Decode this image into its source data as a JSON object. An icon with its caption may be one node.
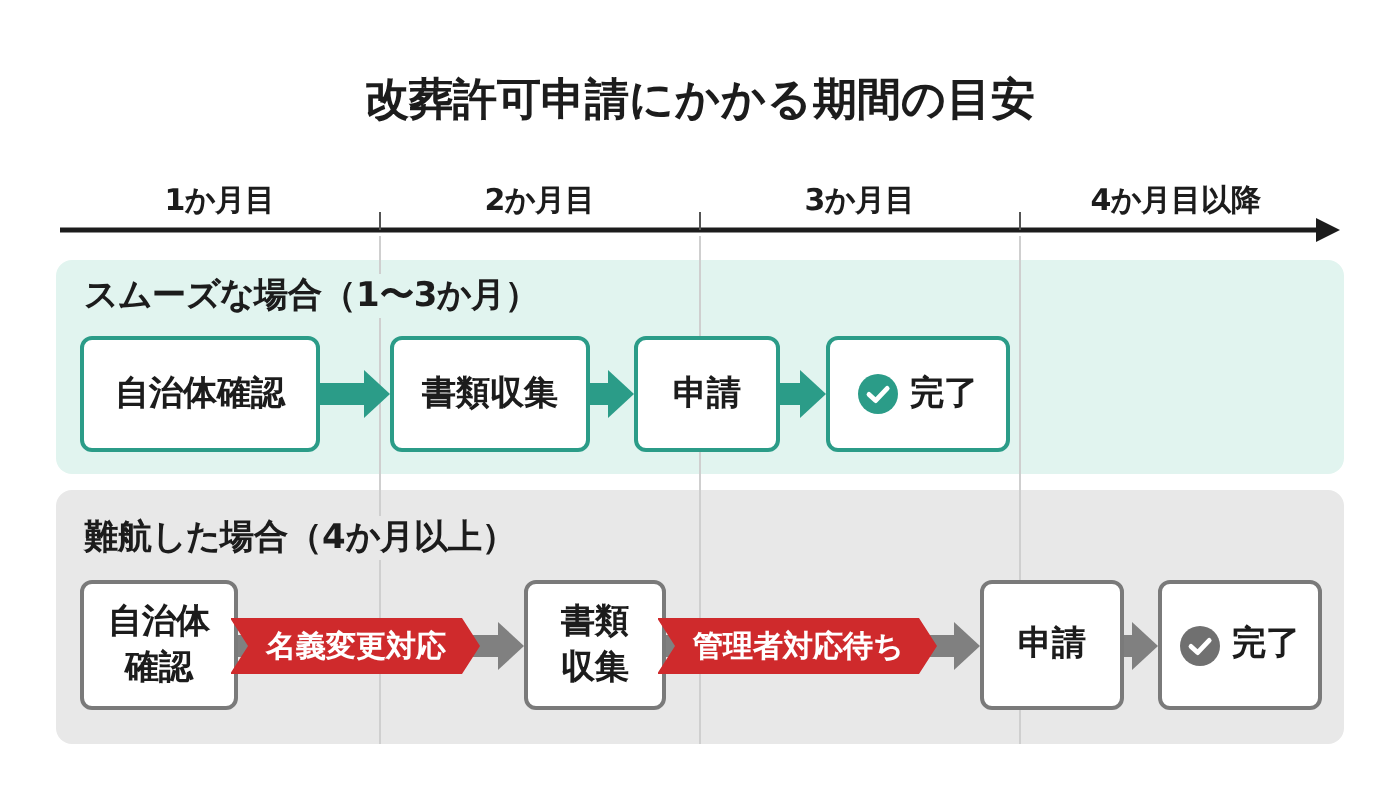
{
  "diagram": {
    "title": "改葬許可申請にかかる期間の目安",
    "nodes": [
      {
        "text": [
          "スムーズな場合（1〜3か月）"
        ]
      },
      {
        "text": [
          "自治体確認"
        ],
        "in": 0
      },
      {
        "text": [
          "書類収集"
        ],
        "in": 0
      },
      {
        "text": [
          "申請"
        ],
        "in": 0
      },
      {
        "text": [
          "完了"
        ],
        "in": 0
      },
      {
        "text": [
          "難航した場合（4か月以上）"
        ]
      },
      {
        "text": [
          "自治体確認"
        ],
        "in": 5
      },
      {
        "text": [
          "書類収集"
        ],
        "in": 5
      },
      {
        "text": [
          "申請"
        ],
        "in": 5
      },
      {
        "text": [
          "完了"
        ],
        "in": 5
      }
    ],
    "edges": [
      {
        "from": 1,
        "to": 2,
        "arrow": "to",
        "color": "#2b9c88"
      },
      {
        "from": 2,
        "to": 3,
        "arrow": "to",
        "color": "#2b9c88"
      },
      {
        "from": 3,
        "to": 4,
        "arrow": "to",
        "color": "#2b9c88"
      },
      {
        "from": 6,
        "to": 7,
        "arrow": "to",
        "label": "名義変更対応",
        "color": "#808080"
      },
      {
        "from": 7,
        "to": 8,
        "arrow": "to",
        "label": "管理者対応待ち",
        "color": "#808080"
      },
      {
        "from": 8,
        "to": 9,
        "arrow": "to",
        "color": "#808080"
      }
    ],
    "labels": [
      "1か月目",
      "2か月目",
      "3か月目",
      "4か月目以降"
    ]
  }
}
